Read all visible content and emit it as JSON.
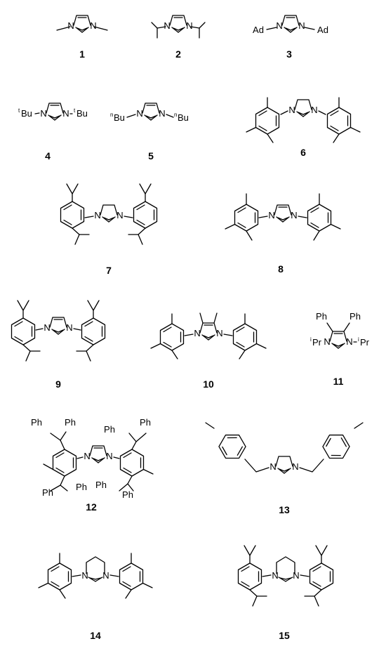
{
  "compounds": [
    {
      "id": "1",
      "atoms": {
        "n1": "N",
        "n2": "N"
      }
    },
    {
      "id": "2",
      "atoms": {
        "n1": "N",
        "n2": "N"
      }
    },
    {
      "id": "3",
      "atoms": {
        "n1": "N",
        "n2": "N",
        "r1": "Ad",
        "r2": "Ad"
      }
    },
    {
      "id": "4",
      "atoms": {
        "n1": "N",
        "n2": "N",
        "r1": "Bu",
        "r2": "Bu",
        "s1": "t",
        "s2": "t"
      }
    },
    {
      "id": "5",
      "atoms": {
        "n1": "N",
        "n2": "N",
        "r1": "Bu",
        "r2": "Bu",
        "s1": "n",
        "s2": "n"
      }
    },
    {
      "id": "6",
      "atoms": {
        "n1": "N",
        "n2": "N"
      }
    },
    {
      "id": "7",
      "atoms": {
        "n1": "N",
        "n2": "N"
      }
    },
    {
      "id": "8",
      "atoms": {
        "n1": "N",
        "n2": "N"
      }
    },
    {
      "id": "9",
      "atoms": {
        "n1": "N",
        "n2": "N"
      }
    },
    {
      "id": "10",
      "atoms": {
        "n1": "N",
        "n2": "N"
      }
    },
    {
      "id": "11",
      "atoms": {
        "n1": "N",
        "n2": "N",
        "ph1": "Ph",
        "ph2": "Ph",
        "r1": "Pr",
        "r2": "Pr",
        "s1": "i",
        "s2": "i"
      }
    },
    {
      "id": "12",
      "atoms": {
        "n1": "N",
        "n2": "N",
        "ph": "Ph"
      }
    },
    {
      "id": "13",
      "atoms": {
        "n1": "N",
        "n2": "N"
      }
    },
    {
      "id": "14",
      "atoms": {
        "n1": "N",
        "n2": "N"
      }
    },
    {
      "id": "15",
      "atoms": {
        "n1": "N",
        "n2": "N"
      }
    }
  ]
}
